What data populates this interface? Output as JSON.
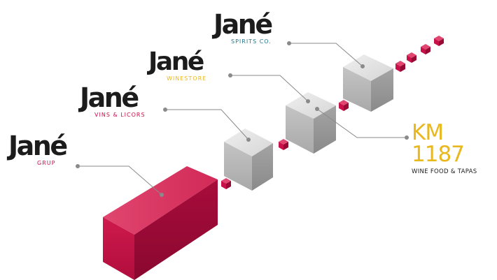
{
  "brands": [
    {
      "id": "grup",
      "name": "Jané",
      "sub": "GRUP",
      "sub_color": "#c8104a"
    },
    {
      "id": "vins",
      "name": "Jané",
      "sub": "VINS & LICORS",
      "sub_color": "#c8104a"
    },
    {
      "id": "winestore",
      "name": "Jané",
      "sub": "WINESTORE",
      "sub_color": "#e9b81f"
    },
    {
      "id": "spirits",
      "name": "Jané",
      "sub": "SPIRITS CO.",
      "sub_color": "#1f7a8a"
    }
  ],
  "km": {
    "title": "KM 1187",
    "subtitle": "WINE FOOD & TAPAS",
    "color": "#e9b81f"
  },
  "colors": {
    "crimson": "#c8104a",
    "grey_cube": "#b9b9b9",
    "connector_line": "#8a8a8a",
    "text_dark": "#1c1c1c"
  }
}
